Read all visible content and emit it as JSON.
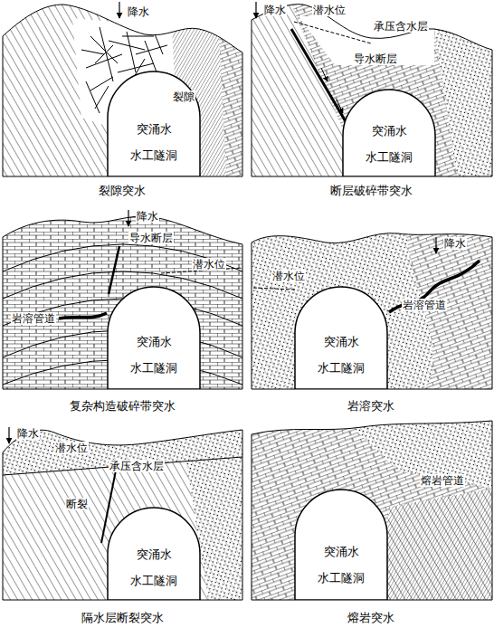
{
  "diagram": {
    "nodes": [
      {
        "text": [
          "突涌水",
          "水工隧洞"
        ]
      },
      {
        "text": [
          "突涌水",
          "水工隧洞"
        ]
      },
      {
        "text": [
          "突涌水",
          "水工隧洞"
        ]
      },
      {
        "text": [
          "突涌水",
          "水工隧洞"
        ]
      },
      {
        "text": [
          "突涌水",
          "水工隧洞"
        ]
      },
      {
        "text": [
          "突涌水",
          "水工隧洞"
        ]
      }
    ],
    "labels": [
      "降水",
      "裂隙",
      "裂隙突水",
      "降水",
      "潜水位",
      "承压含水层",
      "导水断层",
      "断层破碎带突水",
      "降水",
      "导水断层",
      "潜水位",
      "岩溶管道",
      "复杂构造破碎带突水",
      "降水",
      "潜水位",
      "岩溶管道",
      "岩溶突水",
      "降水",
      "潜水位",
      "承压含水层",
      "断裂",
      "隔水层断裂突水",
      "熔岩管道",
      "熔岩突水"
    ]
  }
}
